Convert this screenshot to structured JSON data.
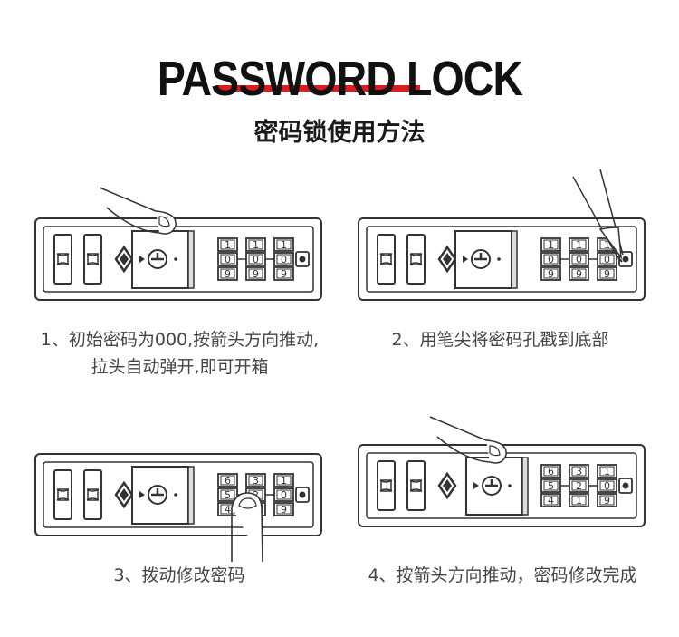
{
  "header": {
    "title": "PASSWORD LOCK",
    "subtitle": "密码锁使用方法"
  },
  "steps": [
    {
      "caption_line1": "1、初始密码为000,按箭头方向推动,",
      "caption_line2": "拉头自动弹开,即可开箱",
      "dials": [
        [
          "1",
          "0",
          "9"
        ],
        [
          "1",
          "0",
          "9"
        ],
        [
          "1",
          "0",
          "9"
        ]
      ]
    },
    {
      "caption_line1": "2、用笔尖将密码孔戳到底部",
      "dials": [
        [
          "1",
          "0",
          "9"
        ],
        [
          "1",
          "0",
          "9"
        ],
        [
          "1",
          "0",
          "9"
        ]
      ]
    },
    {
      "caption_line1": "3、拨动修改密码",
      "dials": [
        [
          "6",
          "5",
          "4"
        ],
        [
          "3",
          "2",
          "1"
        ],
        [
          "1",
          "0",
          "9"
        ]
      ]
    },
    {
      "caption_line1": "4、按箭头方向推动，密码修改完成",
      "dials": [
        [
          "6",
          "5",
          "4"
        ],
        [
          "3",
          "2",
          "1"
        ],
        [
          "1",
          "0",
          "9"
        ]
      ]
    }
  ],
  "colors": {
    "line": "#333333",
    "accent": "#e01b1b",
    "caption": "#444444"
  },
  "icons": [
    "finger-icon",
    "pen-icon",
    "keyhole-icon",
    "arrow-icon",
    "diamond-icon"
  ]
}
